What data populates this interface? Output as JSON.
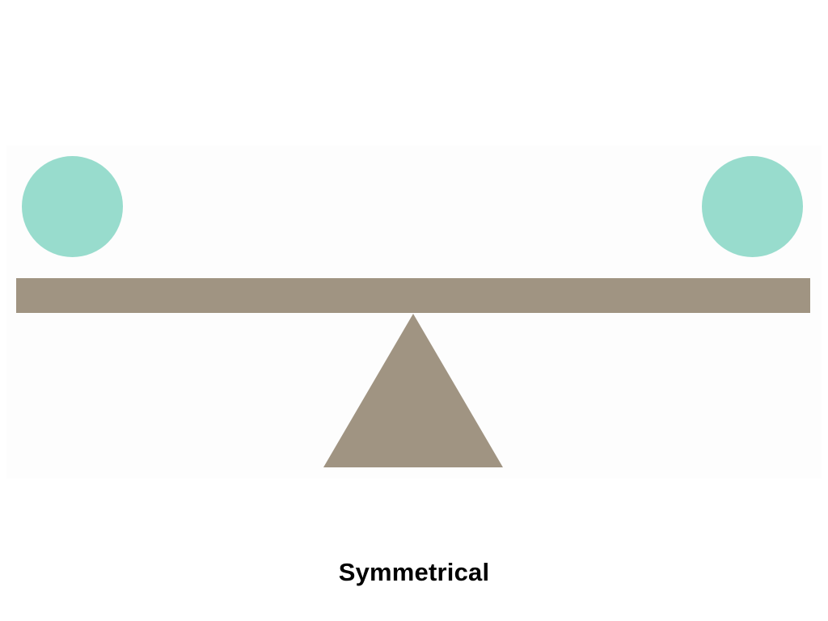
{
  "diagram": {
    "caption": "Symmetrical",
    "colors": {
      "ball": "#98dccd",
      "beam": "#a09482",
      "fulcrum": "#a09482",
      "background": "#ffffff"
    },
    "elements": {
      "left_ball": "circle",
      "right_ball": "circle",
      "beam": "horizontal-bar",
      "fulcrum": "triangle"
    }
  }
}
